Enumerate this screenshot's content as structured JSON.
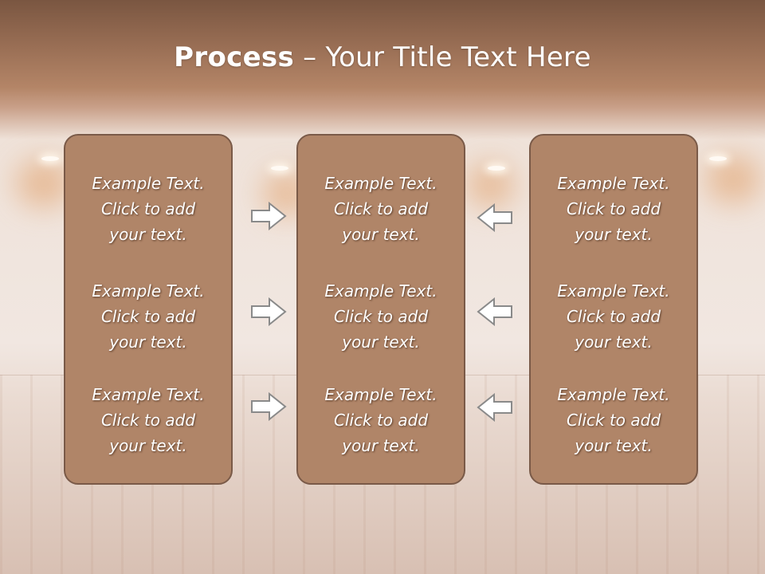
{
  "slide": {
    "title_bold": "Process",
    "title_rest": " – Your Title Text Here",
    "columns": [
      {
        "cells": [
          {
            "line1": "Example Text.",
            "line2": "Click  to add",
            "line3": "your text."
          },
          {
            "line1": "Example Text.",
            "line2": "Click  to add",
            "line3": "your text."
          },
          {
            "line1": "Example Text.",
            "line2": "Click  to add",
            "line3": "your text."
          }
        ]
      },
      {
        "cells": [
          {
            "line1": "Example Text.",
            "line2": "Click  to add",
            "line3": "your text."
          },
          {
            "line1": "Example Text.",
            "line2": "Click  to add",
            "line3": "your text."
          },
          {
            "line1": "Example Text.",
            "line2": "Click  to add",
            "line3": "your text."
          }
        ]
      },
      {
        "cells": [
          {
            "line1": "Example Text.",
            "line2": "Click  to add",
            "line3": "your text."
          },
          {
            "line1": "Example Text.",
            "line2": "Click  to add",
            "line3": "your text."
          },
          {
            "line1": "Example Text.",
            "line2": "Click  to add",
            "line3": "your text."
          }
        ]
      }
    ],
    "arrows": {
      "left_group": "arrow-right-icon",
      "right_group": "arrow-left-icon"
    },
    "colors": {
      "box_fill": "#b08568",
      "box_border": "#7a5a48",
      "title_text": "#ffffff",
      "arrow_fill": "#ffffff",
      "arrow_stroke": "#8a8a8a"
    }
  }
}
